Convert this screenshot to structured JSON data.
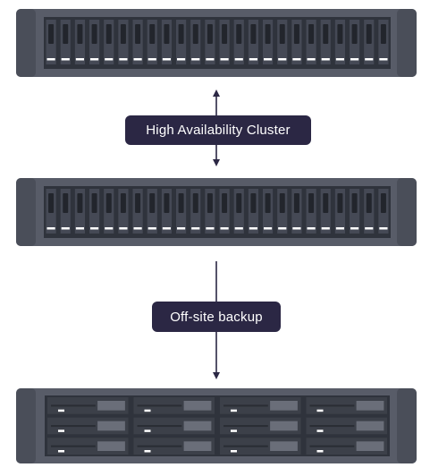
{
  "connections": {
    "ha_cluster_label": "High Availability Cluster",
    "offsite_backup_label": "Off-site backup"
  },
  "servers": {
    "primary": {
      "kind": "2U 24-bay storage server",
      "drive_bays": 24
    },
    "secondary": {
      "kind": "2U 24-bay storage server",
      "drive_bays": 24
    },
    "backup": {
      "kind": "2U 12-bay backup server",
      "drive_bays": 12
    }
  },
  "colors": {
    "chassis": "#585c68",
    "ear": "#4a4e59",
    "bay": "#2f333c",
    "drive_slot": "#454955",
    "arrow": "#2b2744",
    "label_bg": "#2b2744",
    "label_text": "#ffffff"
  }
}
